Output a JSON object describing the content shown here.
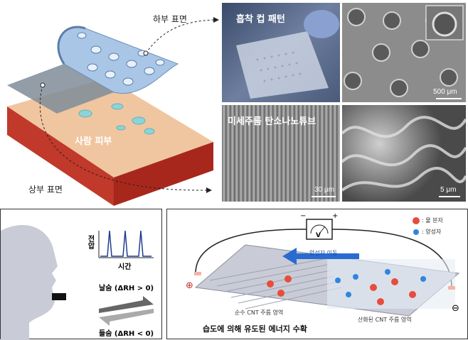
{
  "top": {
    "label_bottom_surface": "하부 표면",
    "label_top_surface": "상부 표면",
    "label_skin": "사람 피부",
    "label_suction_pattern": "흡착 컵 패턴",
    "label_cnt": "미세주름 탄소나노튜브",
    "scale_500": "500 μm",
    "scale_30": "30 μm",
    "scale_5": "5 μm"
  },
  "bottom_left": {
    "ylabel": "전압",
    "xlabel": "시간",
    "exhale": "날숨 (ΔRH > 0)",
    "inhale": "들숨 (ΔRH < 0)"
  },
  "bottom_right": {
    "legend_water": ": 물 분자",
    "legend_cation": ": 양성자",
    "voltmeter": "V",
    "plus_meter": "+",
    "minus_meter": "−",
    "ion_flow": "양성자 이동",
    "region_pure": "순수 CNT 주름 영역",
    "region_oxidized": "산화된 CNT 주름 영역",
    "plus_terminal": "⊕",
    "minus_terminal": "⊖",
    "caption": "습도에 의해 유도된 에너지 수확"
  }
}
